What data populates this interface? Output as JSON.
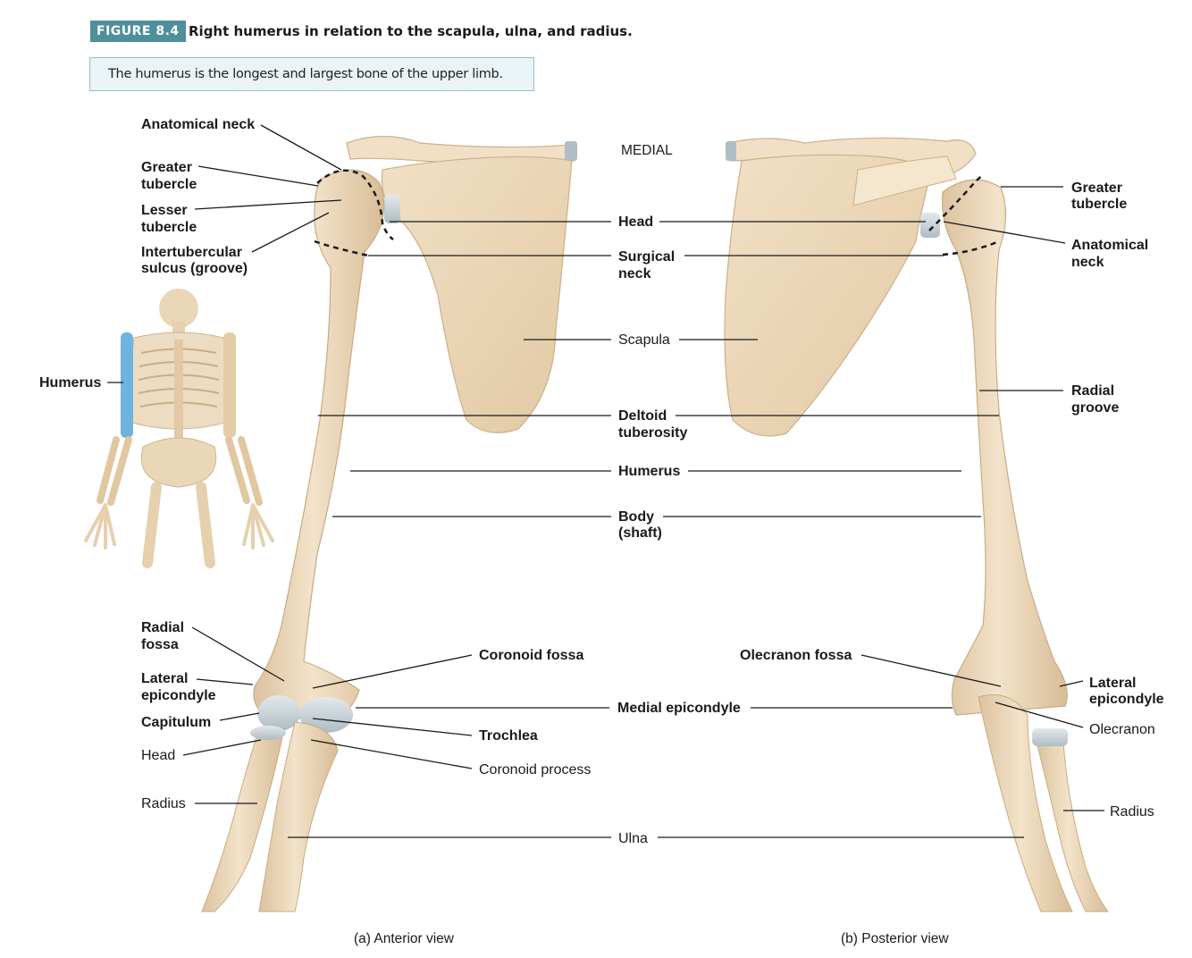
{
  "figure": {
    "tag": "FIGURE 8.4",
    "title": "Right humerus in relation to the scapula, ulna, and radius.",
    "caption": "The humerus is the longest and largest bone of the upper limb."
  },
  "inset": {
    "label": "Humerus"
  },
  "anterior": {
    "view_label": "(a) Anterior view",
    "labels": {
      "anatomical_neck": "Anatomical neck",
      "greater_tubercle_1": "Greater",
      "greater_tubercle_2": "tubercle",
      "lesser_tubercle_1": "Lesser",
      "lesser_tubercle_2": "tubercle",
      "intertubercular_1": "Intertubercular",
      "intertubercular_2": "sulcus (groove)",
      "radial_fossa_1": "Radial",
      "radial_fossa_2": "fossa",
      "lateral_epicondyle_1": "Lateral",
      "lateral_epicondyle_2": "epicondyle",
      "capitulum": "Capitulum",
      "head": "Head",
      "radius": "Radius",
      "coronoid_fossa": "Coronoid fossa",
      "trochlea": "Trochlea",
      "coronoid_process": "Coronoid process"
    }
  },
  "center": {
    "medial": "MEDIAL",
    "head": "Head",
    "surgical_neck_1": "Surgical",
    "surgical_neck_2": "neck",
    "scapula": "Scapula",
    "deltoid_1": "Deltoid",
    "deltoid_2": "tuberosity",
    "humerus": "Humerus",
    "body_1": "Body",
    "body_2": "(shaft)",
    "medial_epicondyle": "Medial epicondyle",
    "ulna": "Ulna"
  },
  "posterior": {
    "view_label": "(b) Posterior view",
    "labels": {
      "greater_tubercle_1": "Greater",
      "greater_tubercle_2": "tubercle",
      "anatomical_neck_1": "Anatomical",
      "anatomical_neck_2": "neck",
      "radial_groove_1": "Radial",
      "radial_groove_2": "groove",
      "olecranon_fossa": "Olecranon fossa",
      "lateral_epicondyle_1": "Lateral",
      "lateral_epicondyle_2": "epicondyle",
      "olecranon": "Olecranon",
      "radius": "Radius"
    }
  },
  "colors": {
    "bone": "#efdcc0",
    "bone_shadow": "#d9c09b",
    "cartilage": "#c9d3d8",
    "highlight_blue": "#6fb3df",
    "tag_bg": "#4e8f9b",
    "caption_bg": "#eaf4f6"
  }
}
